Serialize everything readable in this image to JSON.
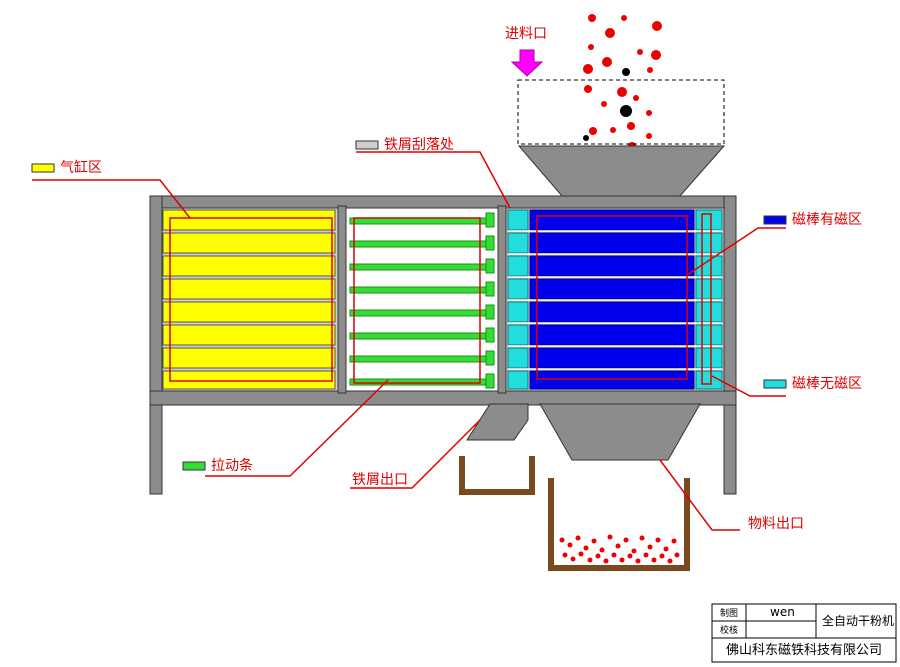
{
  "labels": {
    "feed_inlet": "进料口",
    "cylinder_zone": "气缸区",
    "scrap_scrape_point": "铁屑刮落处",
    "magnet_active_zone": "磁棒有磁区",
    "magnet_inactive_zone": "磁棒无磁区",
    "pull_bar": "拉动条",
    "iron_scrap_outlet": "铁屑出口",
    "material_outlet": "物料出口"
  },
  "title_block": {
    "drawn_by_label": "制图",
    "drawn_by_value": "wen",
    "checked_by_label": "校核",
    "product_name": "全自动干粉机",
    "company": "佛山科东磁铁科技有限公司"
  },
  "colors": {
    "frame": "#8c8c8c",
    "cylinder": "#ffff00",
    "pull_bar": "#33dd33",
    "magnet_active": "#0000ee",
    "magnet_inactive": "#22dddd",
    "leader_line": "#e00000",
    "particle_red": "#ee0000",
    "particle_black": "#000000",
    "bin": "#7a4a1e",
    "arrow": "#ff00ff"
  }
}
